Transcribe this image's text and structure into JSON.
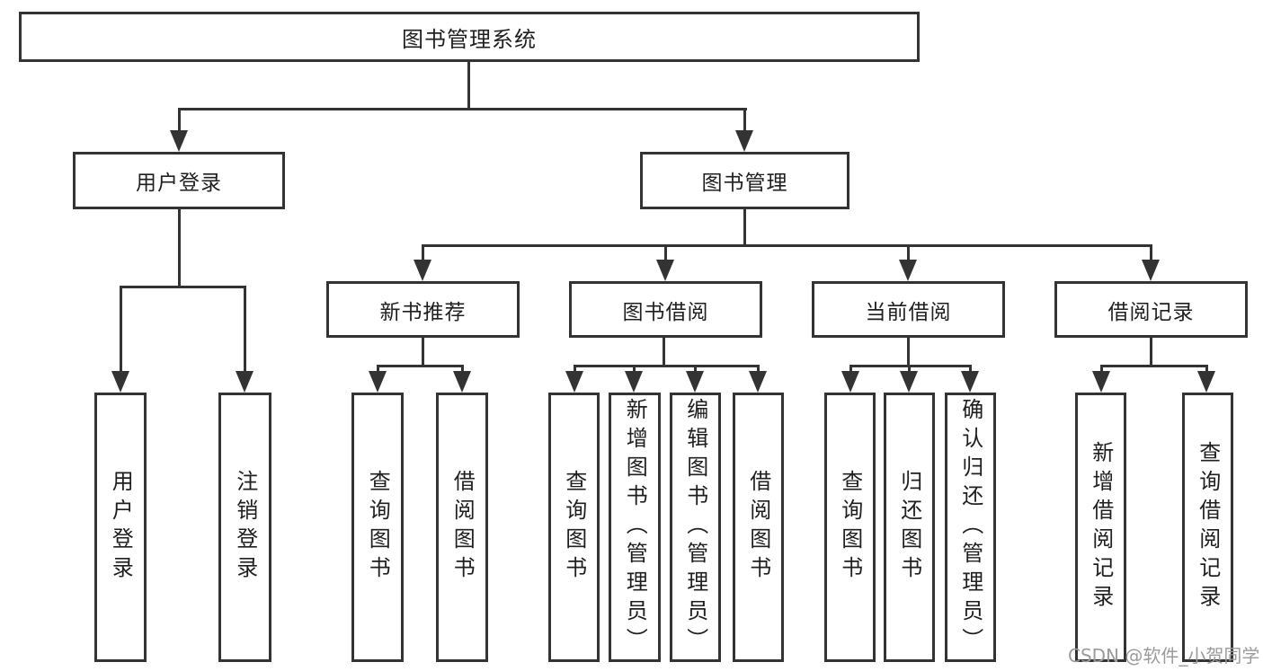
{
  "diagram": {
    "root": {
      "label": "图书管理系统"
    },
    "login_branch": {
      "label": "用户登录",
      "leaves": [
        "用户登录",
        "注销登录"
      ]
    },
    "management_branch": {
      "label": "图书管理",
      "groups": [
        {
          "label": "新书推荐",
          "leaves": [
            "查询图书",
            "借阅图书"
          ]
        },
        {
          "label": "图书借阅",
          "leaves": [
            "查询图书",
            "新增图书（管理员）",
            "编辑图书（管理员）",
            "借阅图书"
          ]
        },
        {
          "label": "当前借阅",
          "leaves": [
            "查询图书",
            "归还图书",
            "确认归还（管理员）"
          ]
        },
        {
          "label": "借阅记录",
          "leaves": [
            "新增借阅记录",
            "查询借阅记录"
          ]
        }
      ]
    }
  },
  "watermark": {
    "text": "CSDN @软件_小贺同学",
    "color": "#9b9b9b"
  },
  "colors": {
    "line": "#333333",
    "box_border": "#333333",
    "text": "#1f1f1f",
    "background": "#ffffff"
  }
}
